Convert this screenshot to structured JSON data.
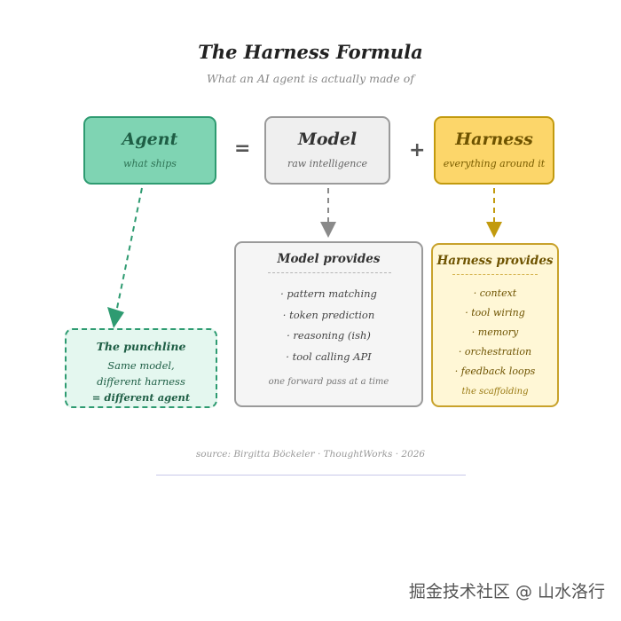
{
  "header": {
    "title": "The Harness Formula",
    "subtitle": "What an AI agent is actually made of"
  },
  "formula": {
    "agent": {
      "title": "Agent",
      "sub": "what ships"
    },
    "equals": "=",
    "model": {
      "title": "Model",
      "sub": "raw intelligence"
    },
    "plus": "+",
    "harness": {
      "title": "Harness",
      "sub": "everything around it"
    }
  },
  "model_panel": {
    "title": "Model provides",
    "items": [
      "· pattern matching",
      "· token prediction",
      "· reasoning (ish)",
      "· tool calling API"
    ],
    "footer": "one forward pass at a time"
  },
  "harness_panel": {
    "title": "Harness provides",
    "items": [
      "· context",
      "· tool wiring",
      "· memory",
      "· orchestration",
      "· feedback loops"
    ],
    "footer": "the scaffolding"
  },
  "punchline": {
    "title": "The punchline",
    "line1": "Same model,",
    "line2": "different harness",
    "line3": "= different agent"
  },
  "source": "source: Birgitta Böckeler · ThoughtWorks · 2026",
  "watermark": "掘金技术社区 @ 山水洛行",
  "colors": {
    "agent": "#7fd4b3",
    "agent_border": "#2e9b71",
    "model": "#efefef",
    "model_border": "#9a9a9a",
    "harness": "#fcd66a",
    "harness_border": "#c29a0e"
  }
}
